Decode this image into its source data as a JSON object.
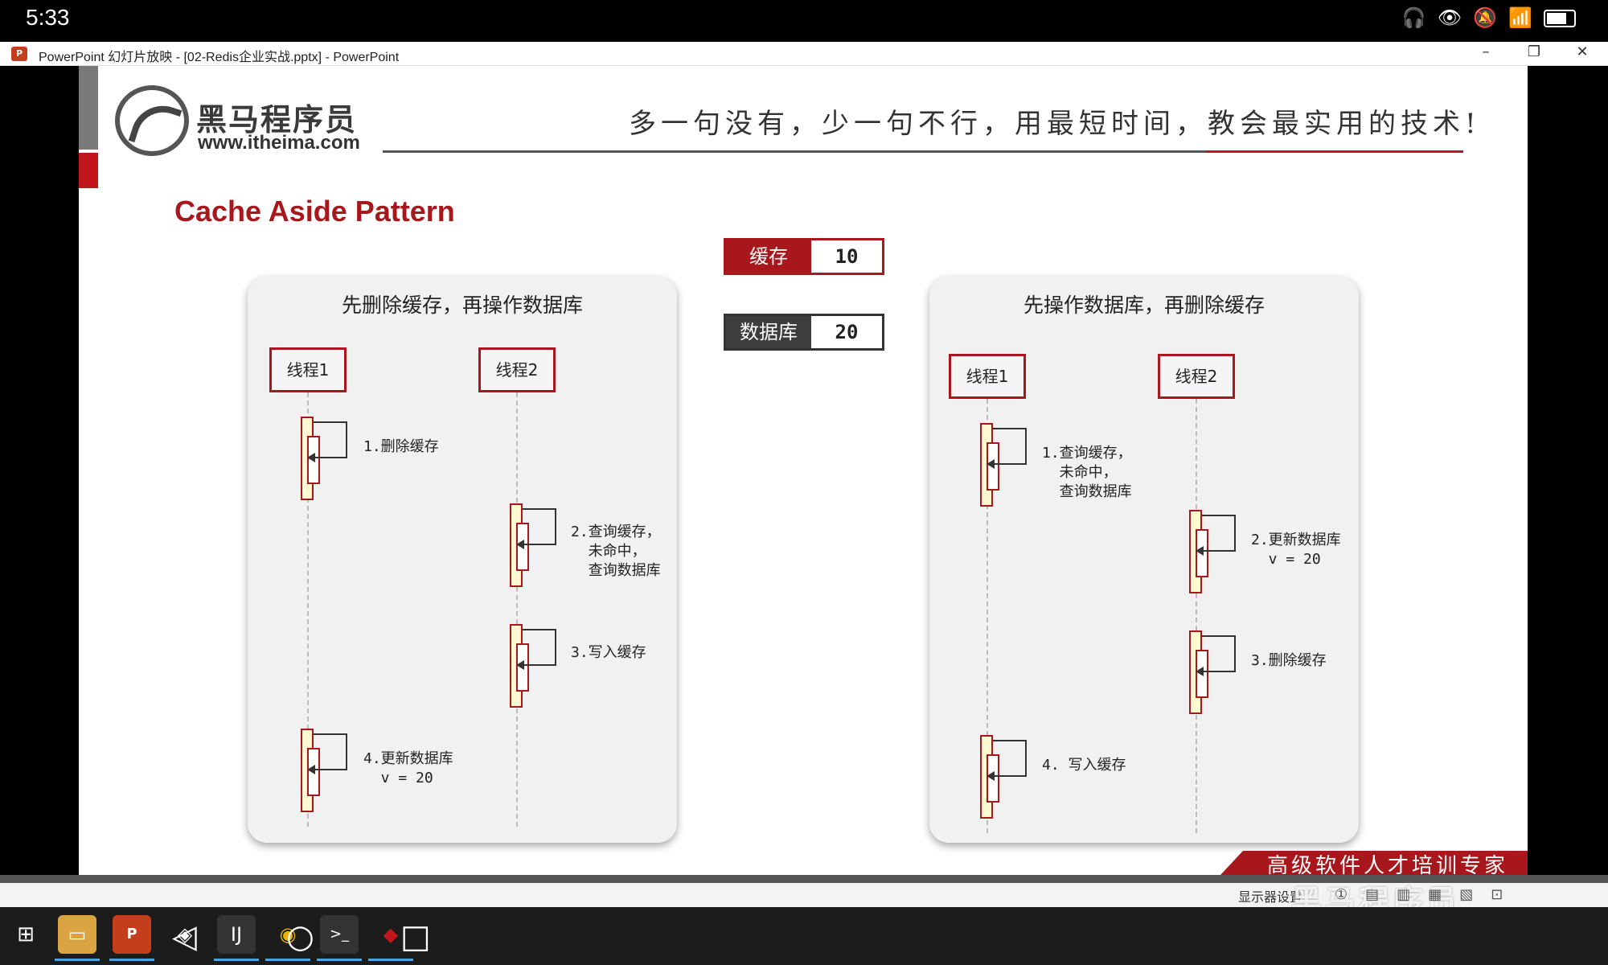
{
  "status": {
    "time": "5:33"
  },
  "window": {
    "title": "PowerPoint 幻灯片放映 - [02-Redis企业实战.pptx] - PowerPoint"
  },
  "brand": {
    "name": "黑马程序员",
    "url": "www.itheima.com",
    "slogan": "多一句没有，少一句不行，用最短时间，教会最实用的技术!"
  },
  "slide": {
    "heading": "Cache Aside Pattern",
    "cache": {
      "label": "缓存",
      "value": "10"
    },
    "db": {
      "label": "数据库",
      "value": "20"
    },
    "left_panel": {
      "title": "先删除缓存，再操作数据库",
      "thread1": "线程1",
      "thread2": "线程2",
      "steps": [
        "1.删除缓存",
        "2.查询缓存，\n  未命中，\n  查询数据库",
        "3.写入缓存",
        "4.更新数据库\n  v = 20"
      ]
    },
    "right_panel": {
      "title": "先操作数据库，再删除缓存",
      "thread1": "线程1",
      "thread2": "线程2",
      "steps": [
        "1.查询缓存，\n  未命中，\n  查询数据库",
        "2.更新数据库\n  v = 20",
        "3.删除缓存",
        "4. 写入缓存"
      ]
    },
    "banner": "高级软件人才培训专家"
  },
  "viewbar": {
    "display_settings": "显示器设置",
    "watermark": "黑马程序员"
  },
  "colors": {
    "brand_red": "#a8171c",
    "dark": "#3d3d3d"
  }
}
